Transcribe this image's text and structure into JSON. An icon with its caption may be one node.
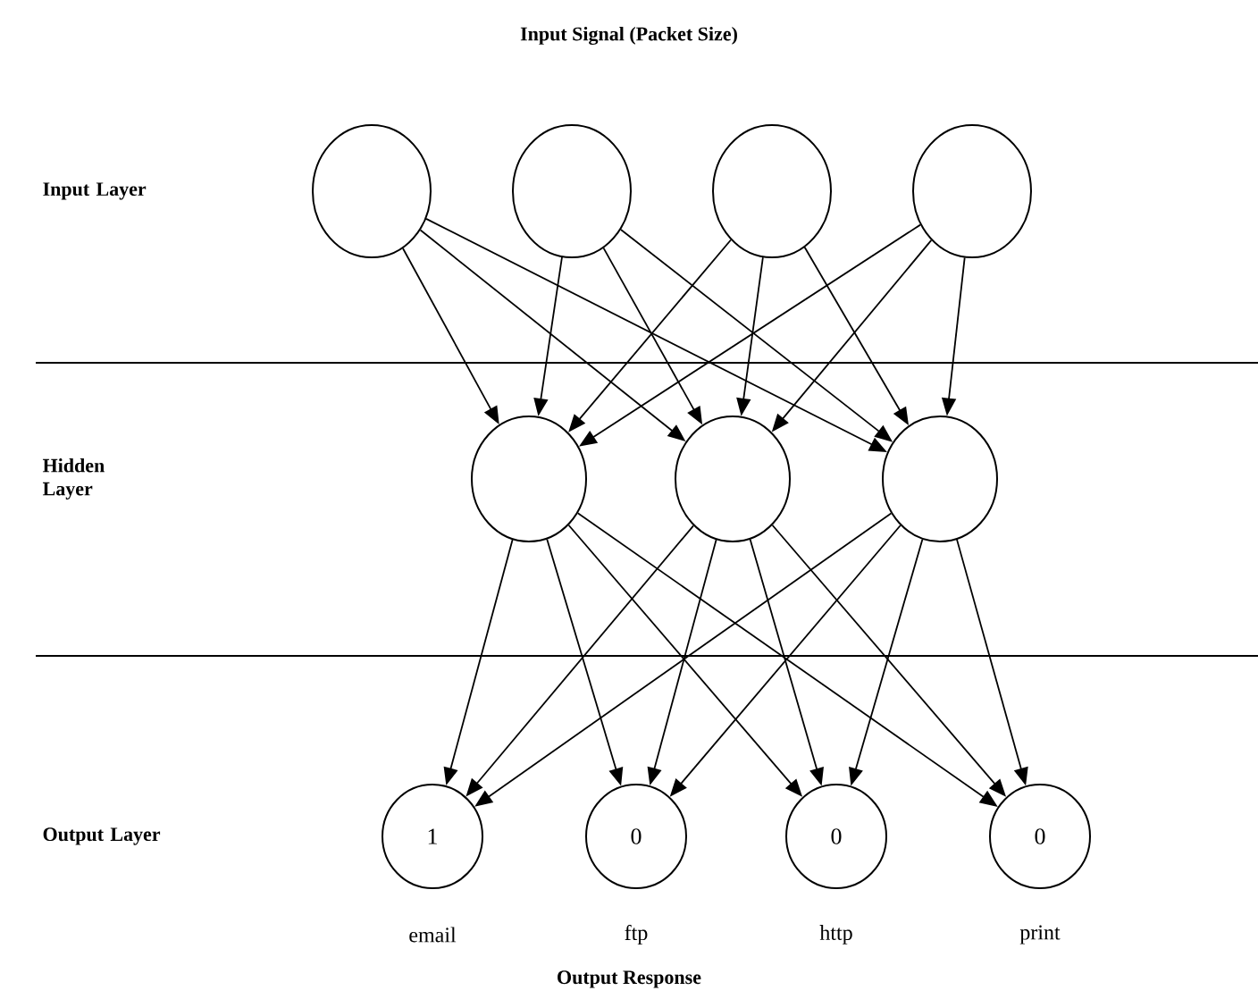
{
  "diagram": {
    "title": "Input Signal (Packet Size)",
    "caption": "Output Response",
    "nodes": [
      {
        "text": [],
        "shape": "circle"
      },
      {
        "text": [],
        "shape": "circle"
      },
      {
        "text": [],
        "shape": "circle"
      },
      {
        "text": [],
        "shape": "circle"
      },
      {
        "text": [],
        "shape": "circle"
      },
      {
        "text": [],
        "shape": "circle"
      },
      {
        "text": [],
        "shape": "circle"
      },
      {
        "text": [
          "1"
        ],
        "beside": [
          "email"
        ]
      },
      {
        "text": [
          "0"
        ],
        "beside": [
          "ftp"
        ]
      },
      {
        "text": [
          "0"
        ],
        "beside": [
          "http"
        ]
      },
      {
        "text": [
          "0"
        ],
        "beside": [
          "print"
        ]
      }
    ],
    "edges": [
      {
        "from": 0,
        "to": 4,
        "arrow": "to"
      },
      {
        "from": 0,
        "to": 5,
        "arrow": "to"
      },
      {
        "from": 0,
        "to": 6,
        "arrow": "to"
      },
      {
        "from": 1,
        "to": 4,
        "arrow": "to"
      },
      {
        "from": 1,
        "to": 5,
        "arrow": "to"
      },
      {
        "from": 1,
        "to": 6,
        "arrow": "to"
      },
      {
        "from": 2,
        "to": 4,
        "arrow": "to"
      },
      {
        "from": 2,
        "to": 5,
        "arrow": "to"
      },
      {
        "from": 2,
        "to": 6,
        "arrow": "to"
      },
      {
        "from": 3,
        "to": 4,
        "arrow": "to"
      },
      {
        "from": 3,
        "to": 5,
        "arrow": "to"
      },
      {
        "from": 3,
        "to": 6,
        "arrow": "to"
      },
      {
        "from": 4,
        "to": 7,
        "arrow": "to"
      },
      {
        "from": 4,
        "to": 8,
        "arrow": "to"
      },
      {
        "from": 4,
        "to": 9,
        "arrow": "to"
      },
      {
        "from": 4,
        "to": 10,
        "arrow": "to"
      },
      {
        "from": 5,
        "to": 7,
        "arrow": "to"
      },
      {
        "from": 5,
        "to": 8,
        "arrow": "to"
      },
      {
        "from": 5,
        "to": 9,
        "arrow": "to"
      },
      {
        "from": 5,
        "to": 10,
        "arrow": "to"
      },
      {
        "from": 6,
        "to": 7,
        "arrow": "to"
      },
      {
        "from": 6,
        "to": 8,
        "arrow": "to"
      },
      {
        "from": 6,
        "to": 9,
        "arrow": "to"
      },
      {
        "from": 6,
        "to": 10,
        "arrow": "to"
      }
    ],
    "labels": [
      "Input Layer",
      "Hidden Layer",
      "Output Layer"
    ]
  }
}
